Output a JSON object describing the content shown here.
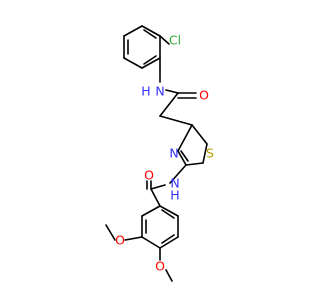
{
  "colors": {
    "bond": "#000000",
    "C": "#000000",
    "N": "#3333ff",
    "O": "#ff0000",
    "S": "#b8a000",
    "Cl": "#33aa33"
  },
  "atoms": {
    "cl": {
      "text": "Cl",
      "element": "Cl"
    },
    "nh_amide": {
      "text": "H",
      "element": "N"
    },
    "n_amide": {
      "text": "N",
      "element": "N"
    },
    "o_amide": {
      "text": "O",
      "element": "O"
    },
    "n_thiazole": {
      "text": "N",
      "element": "N"
    },
    "s_thiazole": {
      "text": "S",
      "element": "S"
    },
    "n_benzamide": {
      "text": "N",
      "element": "N"
    },
    "nh_benzamide": {
      "text": "H",
      "element": "N"
    },
    "o_benzamide": {
      "text": "O",
      "element": "O"
    },
    "o_methoxy3": {
      "text": "O",
      "element": "O"
    },
    "o_methoxy4": {
      "text": "O",
      "element": "O"
    }
  }
}
